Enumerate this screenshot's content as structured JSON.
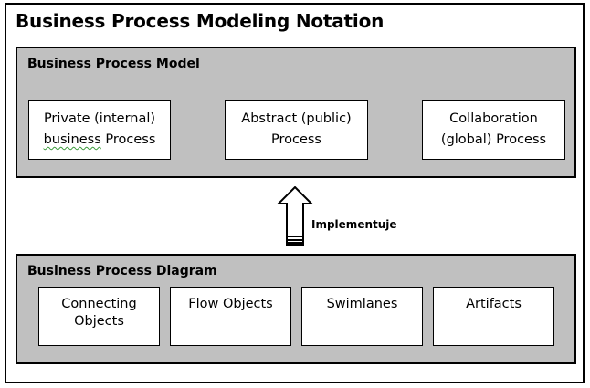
{
  "title": "Business Process Modeling Notation",
  "model": {
    "title": "Business Process Model",
    "boxes": [
      {
        "line1": "Private (internal)",
        "line2_a": "business",
        "line2_b": " Process"
      },
      {
        "line1": "Abstract (public)",
        "line2": "Process"
      },
      {
        "line1": "Collaboration",
        "line2": "(global) Process"
      }
    ]
  },
  "arrow": {
    "label": "Implementuje"
  },
  "diagram": {
    "title": "Business Process Diagram",
    "boxes": [
      {
        "line1": "Connecting",
        "line2": "Objects"
      },
      {
        "line1": "Flow Objects"
      },
      {
        "line1": "Swimlanes"
      },
      {
        "line1": "Artifacts"
      }
    ]
  }
}
